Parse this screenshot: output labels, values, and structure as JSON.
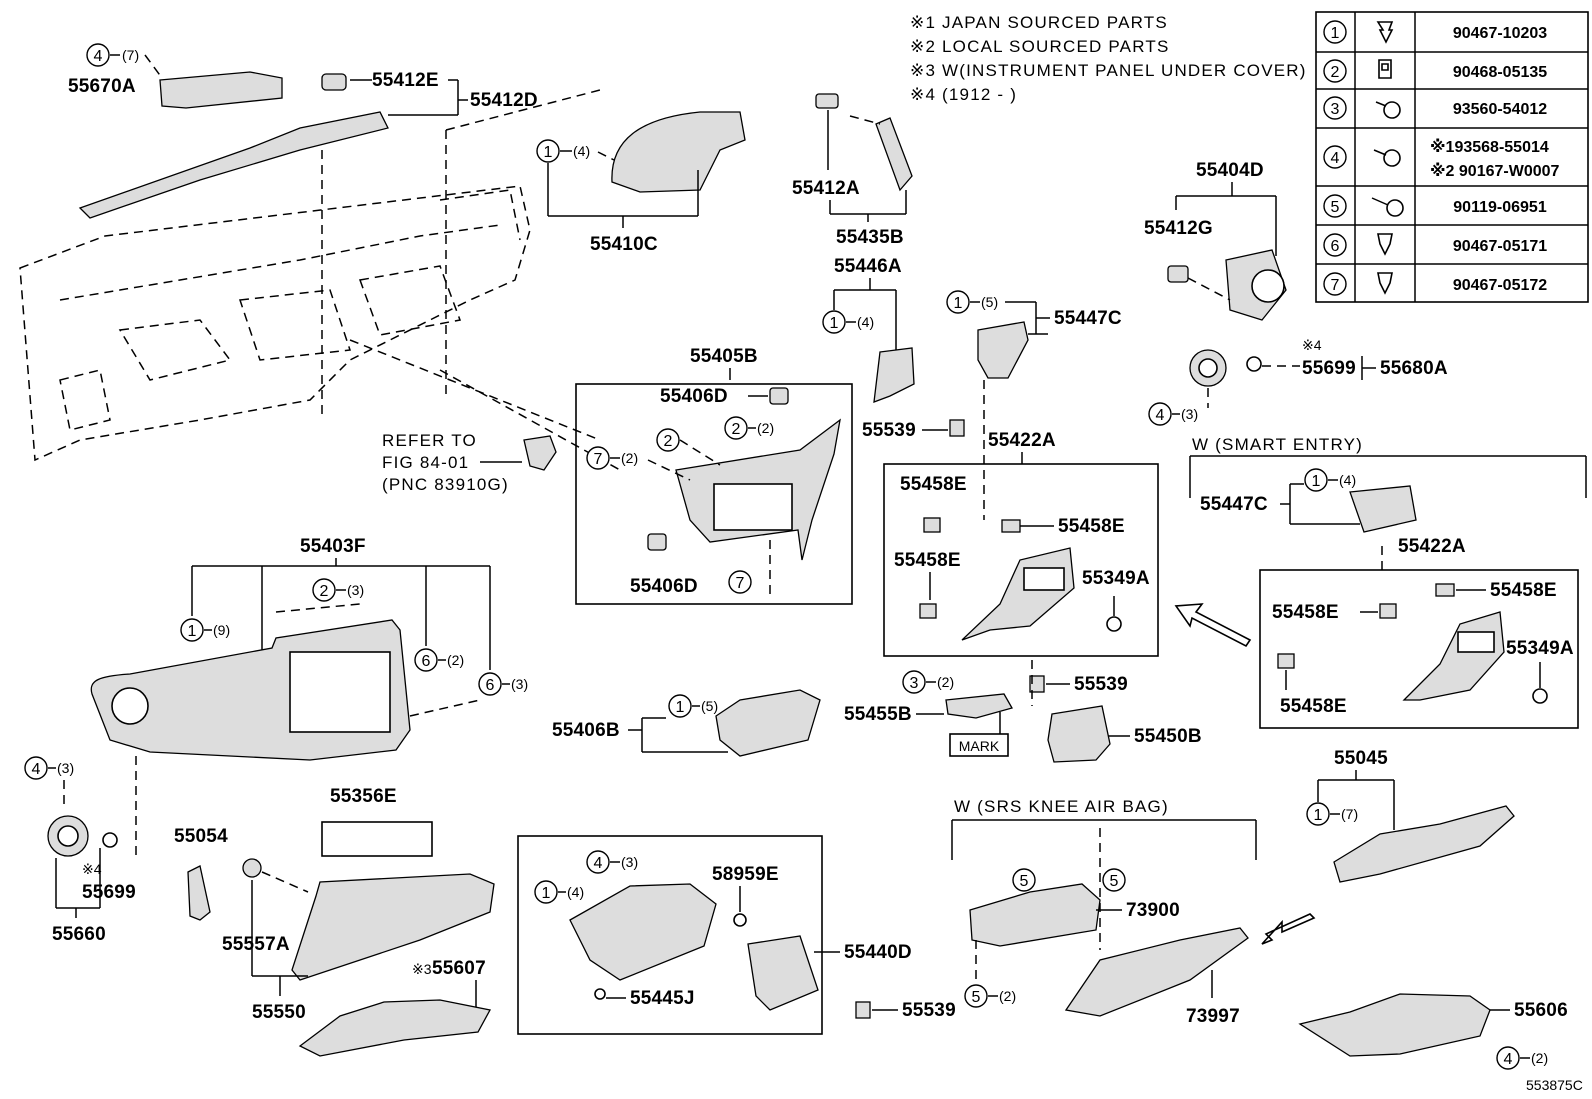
{
  "notes": [
    "※1 JAPAN SOURCED PARTS",
    "※2 LOCAL SOURCED PARTS",
    "※3 W(INSTRUMENT PANEL UNDER COVER)",
    "※4 (1912 -     )"
  ],
  "legend_table": [
    {
      "num": "1",
      "part": "90467-10203"
    },
    {
      "num": "2",
      "part": "90468-05135"
    },
    {
      "num": "3",
      "part": "93560-54012"
    },
    {
      "num": "4",
      "part": "※193568-55014",
      "part2": "※2 90167-W0007"
    },
    {
      "num": "5",
      "part": "90119-06951"
    },
    {
      "num": "6",
      "part": "90467-05171"
    },
    {
      "num": "7",
      "part": "90467-05172"
    }
  ],
  "labels": {
    "p55670A": "55670A",
    "p55412E": "55412E",
    "p55412D": "55412D",
    "p55410C": "55410C",
    "p55412A": "55412A",
    "p55435B": "55435B",
    "p55446A": "55446A",
    "p55447C": "55447C",
    "p55404D": "55404D",
    "p55412G": "55412G",
    "p55699a": "55699",
    "p55680A": "55680A",
    "p55405B": "55405B",
    "p55406D": "55406D",
    "p55406Db": "55406D",
    "p55539a": "55539",
    "p55422A": "55422A",
    "p55458Ea": "55458E",
    "p55458Eb": "55458E",
    "p55458Ec": "55458E",
    "p55349A": "55349A",
    "p55539b": "55539",
    "p55455B": "55455B",
    "p55450B": "55450B",
    "p55447Cb": "55447C",
    "p55422Ab": "55422A",
    "p55458Ed": "55458E",
    "p55458Ee": "55458E",
    "p55458Ef": "55458E",
    "p55349Ab": "55349A",
    "p55403F": "55403F",
    "p55406B": "55406B",
    "p55045": "55045",
    "p55356E": "55356E",
    "p55054": "55054",
    "p55557A": "55557A",
    "p55550": "55550",
    "p55607": "55607",
    "p55699b": "55699",
    "p55660": "55660",
    "p58959E": "58959E",
    "p55440D": "55440D",
    "p55445J": "55445J",
    "p55539c": "55539",
    "p73900": "73900",
    "p73997": "73997",
    "p55606": "55606"
  },
  "refer": [
    "REFER TO",
    "FIG 84-01",
    "(PNC 83910G)"
  ],
  "mark_label": "MARK",
  "smart_entry_label": "W (SMART ENTRY)",
  "srs_label": "W (SRS  KNEE  AIR  BAG)",
  "note4_a": "※4",
  "note4_b": "※4",
  "note3_prefix": "※3",
  "figure_id": "553875C",
  "qty": {
    "q7": "(7)",
    "q4a": "(4)",
    "q4b": "(4)",
    "q5a": "(5)",
    "q3a": "(3)",
    "q2a": "(2)",
    "q2b": "(2)",
    "q4c": "(4)",
    "q9": "(9)",
    "q3b": "(3)",
    "q2c": "(2)",
    "q3c": "(3)",
    "q3d": "(3)",
    "q2d": "(2)",
    "q5b": "(5)",
    "q7b": "(7)",
    "q3e": "(3)",
    "q4d": "(4)",
    "q2e": "(2)",
    "q2f": "(2)"
  },
  "circles": {
    "c4a": "4",
    "c1a": "1",
    "c1b": "1",
    "c1c": "1",
    "c4b": "4",
    "c7a": "7",
    "c2a": "2",
    "c2b": "2",
    "c7b": "7",
    "c2c": "2",
    "c1d": "1",
    "c6a": "6",
    "c6b": "6",
    "c4c": "4",
    "c3a": "3",
    "c1e": "1",
    "c1f": "1",
    "c1g": "1",
    "c4d": "4",
    "c1h": "1",
    "c5a": "5",
    "c5b": "5",
    "c5c": "5",
    "c4e": "4"
  }
}
